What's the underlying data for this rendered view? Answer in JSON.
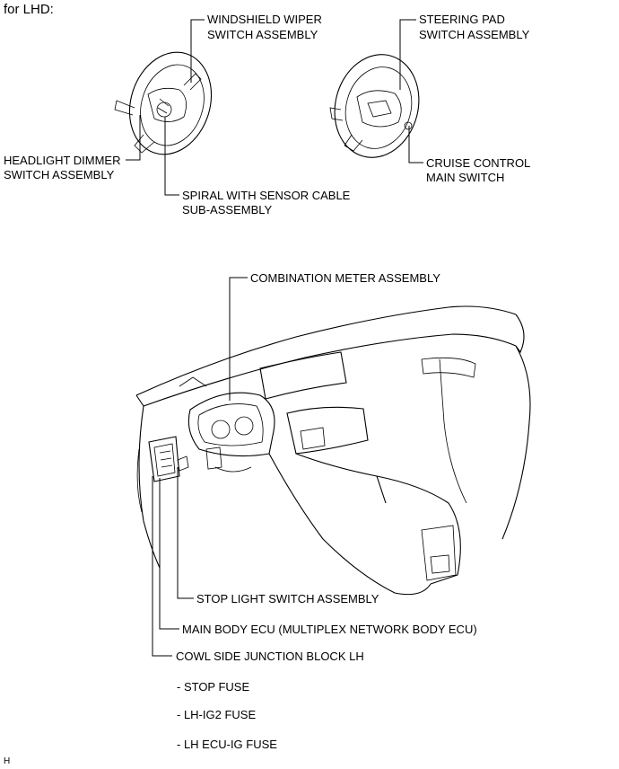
{
  "header": {
    "title": "for LHD:"
  },
  "labels": {
    "wiper": [
      "WINDSHIELD WIPER",
      "SWITCH ASSEMBLY"
    ],
    "steering_pad": [
      "STEERING PAD",
      "SWITCH ASSEMBLY"
    ],
    "headlight": [
      "HEADLIGHT DIMMER",
      "SWITCH ASSEMBLY"
    ],
    "cruise": [
      "CRUISE CONTROL",
      "MAIN SWITCH"
    ],
    "spiral": [
      "SPIRAL WITH SENSOR CABLE",
      "SUB-ASSEMBLY"
    ],
    "meter": "COMBINATION METER ASSEMBLY",
    "stop_switch": "STOP LIGHT SWITCH ASSEMBLY",
    "main_ecu": "MAIN BODY ECU (MULTIPLEX NETWORK BODY ECU)",
    "junction": "COWL SIDE JUNCTION BLOCK LH",
    "fuses": [
      "- STOP FUSE",
      "- LH-IG2 FUSE",
      "- LH ECU-IG FUSE"
    ]
  },
  "footer": {
    "code": "H"
  }
}
